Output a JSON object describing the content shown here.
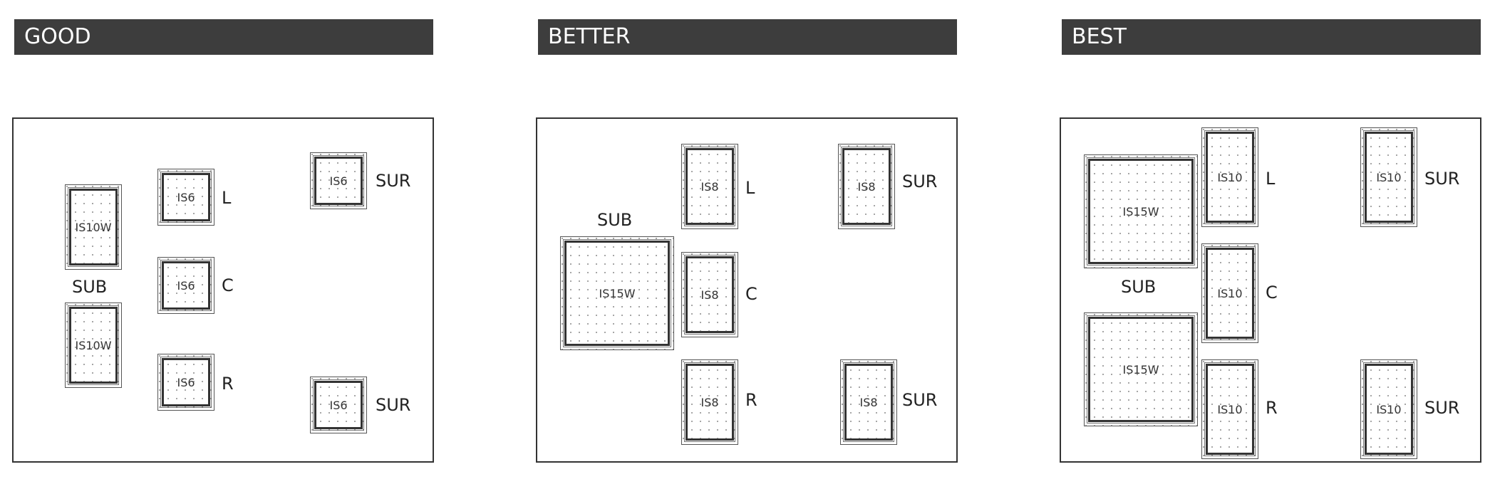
{
  "columns": [
    {
      "title": "GOOD",
      "speakers": [
        {
          "model": "IS10W"
        },
        {
          "model": "IS10W"
        },
        {
          "model": "IS6"
        },
        {
          "model": "IS6"
        },
        {
          "model": "IS6"
        },
        {
          "model": "IS6"
        },
        {
          "model": "IS6"
        }
      ],
      "labels": [
        "SUB",
        "L",
        "C",
        "R",
        "SUR",
        "SUR"
      ]
    },
    {
      "title": "BETTER",
      "speakers": [
        {
          "model": "IS15W"
        },
        {
          "model": "IS8"
        },
        {
          "model": "IS8"
        },
        {
          "model": "IS8"
        },
        {
          "model": "IS8"
        },
        {
          "model": "IS8"
        }
      ],
      "labels": [
        "SUB",
        "L",
        "C",
        "R",
        "SUR",
        "SUR"
      ]
    },
    {
      "title": "BEST",
      "speakers": [
        {
          "model": "IS15W"
        },
        {
          "model": "IS15W"
        },
        {
          "model": "IS10"
        },
        {
          "model": "IS10"
        },
        {
          "model": "IS10"
        },
        {
          "model": "IS10"
        },
        {
          "model": "IS10"
        }
      ],
      "labels": [
        "SUB",
        "L",
        "C",
        "R",
        "SUR",
        "SUR"
      ]
    }
  ]
}
